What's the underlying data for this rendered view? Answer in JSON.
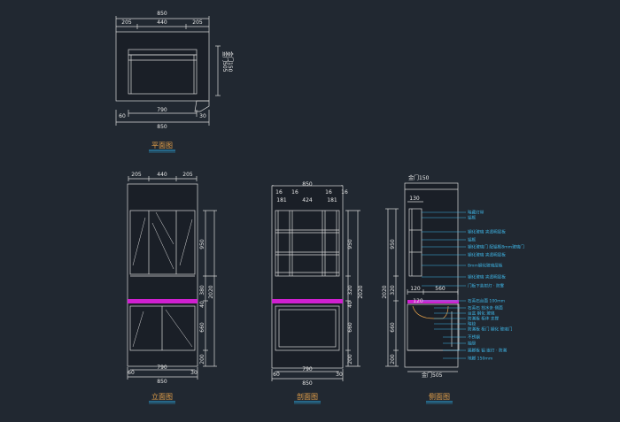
{
  "palette": {
    "background": "#212831",
    "cabinet_fill": "#1a1f27",
    "line": "#e8e8e8",
    "dim_line": "#d9d9d9",
    "countertop": "#d020d0",
    "leader": "#3fb8ea",
    "caption": "#e7a24a",
    "underline": "#2aa6e0"
  },
  "plan": {
    "caption": "平面图",
    "top_total": "850",
    "top_parts": [
      "205",
      "440",
      "205"
    ],
    "side_label_a": "金门150",
    "side_label_b": "金门505",
    "bottom_inner": "790",
    "bottom_left": "60",
    "bottom_right": "30",
    "bottom_total": "850"
  },
  "front": {
    "caption": "立面图",
    "top_parts": [
      "205",
      "440",
      "205"
    ],
    "right_upper": "950",
    "right_mid": "380",
    "right_total": "2020",
    "right_counter": "40",
    "right_lower": "660",
    "right_base": "200",
    "bottom_inner": "790",
    "bottom_left": "60",
    "bottom_right": "30",
    "bottom_total": "850"
  },
  "section": {
    "caption": "剖面图",
    "top_total": "850",
    "top_parts": [
      "16",
      "181",
      "16",
      "424",
      "16",
      "181",
      "16"
    ],
    "left_upper": "950",
    "left_mid": "320",
    "left_total": "2020",
    "left_counter": "40",
    "left_lower": "660",
    "left_base": "200",
    "bottom_inner": "790",
    "bottom_left": "60",
    "bottom_right": "30",
    "bottom_total": "850"
  },
  "side": {
    "caption": "侧面图",
    "top_label": "金门150",
    "top_depth": "130",
    "mid_depth_a": "120",
    "mid_depth_b": "560",
    "lower_depth": "120",
    "left_total": "2020",
    "left_upper": "950",
    "left_mid": "320",
    "left_lower": "660",
    "left_base": "200",
    "bottom_label": "金门505",
    "notes": [
      "暗藏灯带",
      "铝框",
      "钢化玻璃 夹透明层板",
      "铝框",
      "钢化玻璃门 配铝框8mm玻璃门",
      "钢化玻璃 夹透明层板",
      "8mm钢化玻璃层板",
      "钢化玻璃 夹透明层板",
      "门板下装射灯 · 防雾",
      "石英石台面 100mm",
      "石英石 挡水条 侧面",
      "台盆 钢化 玻璃",
      "防潮板 柜体 支撑",
      "暗铰",
      "防潮板 柜门 钢化 玻璃门",
      "不锈钢",
      "抽屉",
      "踢脚板 铝 嵌灯 · 防潮",
      "地脚 150mm"
    ]
  }
}
